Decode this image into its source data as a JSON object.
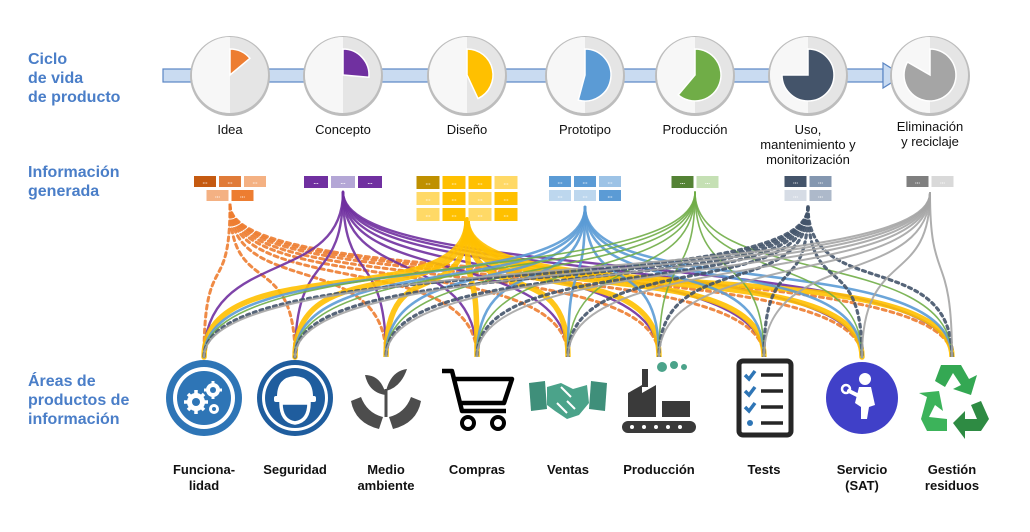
{
  "sections": {
    "lifecycle": "Ciclo\nde vida\nde producto",
    "info": "Información\ngenerada",
    "areas": "Áreas de\nproductos de\ninformación"
  },
  "stages": [
    {
      "label": "Idea",
      "color": "#ED7D31"
    },
    {
      "label": "Concepto",
      "color": "#7030A0"
    },
    {
      "label": "Diseño",
      "color": "#FFC000"
    },
    {
      "label": "Prototipo",
      "color": "#5B9BD5"
    },
    {
      "label": "Producción",
      "color": "#70AD47"
    },
    {
      "label": "Uso,\nmantenimiento y\nmonitorización",
      "color": "#44546A"
    },
    {
      "label": "Eliminación\ny reciclaje",
      "color": "#A5A5A5"
    }
  ],
  "info_box_label": "...",
  "areas": [
    {
      "label": "Funciona-\nlidad",
      "icon": "gears-icon"
    },
    {
      "label": "Seguridad",
      "icon": "safety-helmet-icon"
    },
    {
      "label": "Medio\nambiente",
      "icon": "hands-plant-icon"
    },
    {
      "label": "Compras",
      "icon": "shopping-cart-icon"
    },
    {
      "label": "Ventas",
      "icon": "handshake-icon"
    },
    {
      "label": "Producción",
      "icon": "factory-icon"
    },
    {
      "label": "Tests",
      "icon": "checklist-icon"
    },
    {
      "label": "Servicio\n(SAT)",
      "icon": "repair-worker-icon"
    },
    {
      "label": "Gestión\nresiduos",
      "icon": "recycle-icon"
    }
  ]
}
